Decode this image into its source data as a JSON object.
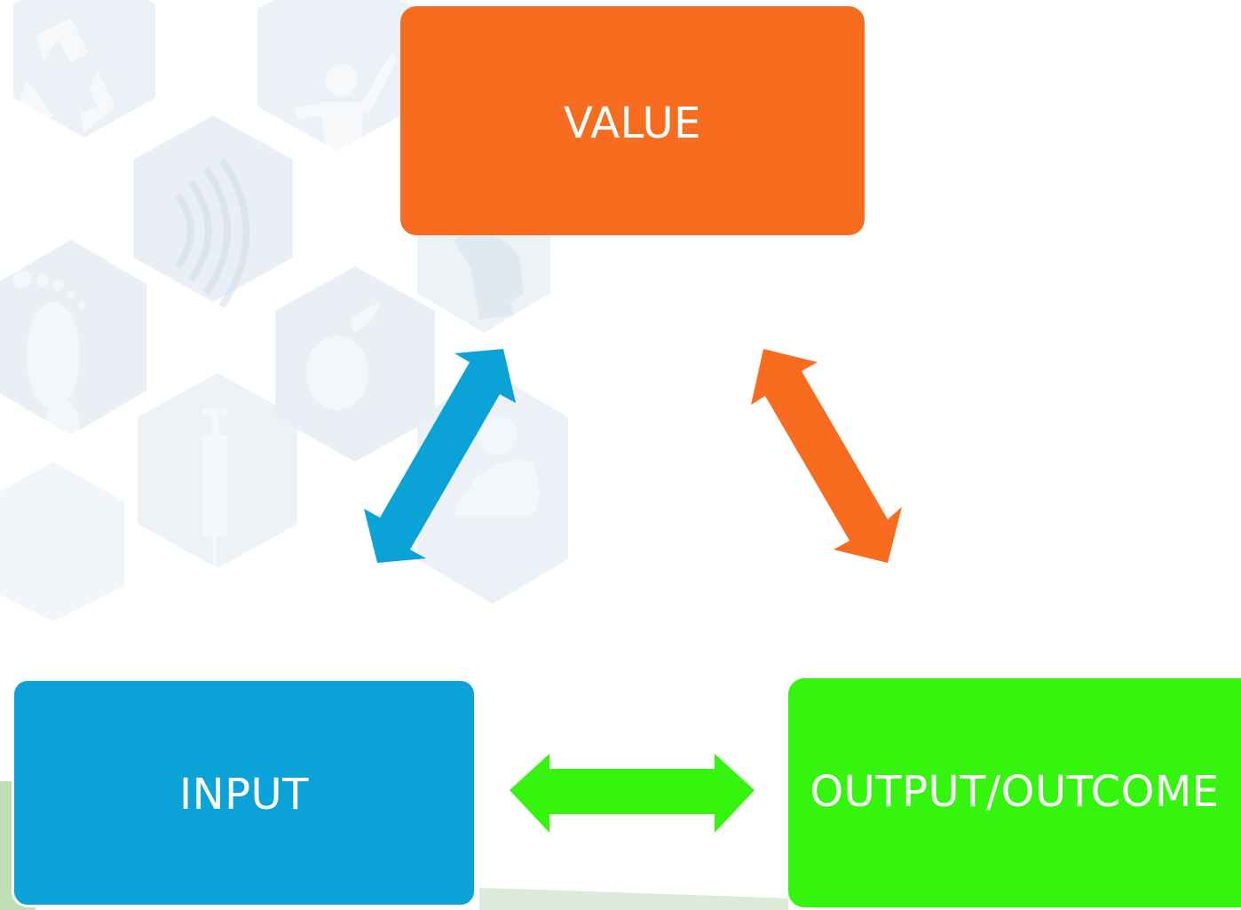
{
  "nodes": {
    "value": {
      "label": "VALUE",
      "color": "#f76c1e"
    },
    "input": {
      "label": "INPUT",
      "color": "#0ba2d8"
    },
    "output": {
      "label": "OUTPUT/OUTCOME",
      "color": "#35f40e"
    }
  },
  "edges": [
    {
      "from": "input",
      "to": "value",
      "type": "double-arrow",
      "color": "#0ba2d8"
    },
    {
      "from": "value",
      "to": "output",
      "type": "double-arrow",
      "color": "#f76c1e"
    },
    {
      "from": "input",
      "to": "output",
      "type": "double-arrow",
      "color": "#35f40e"
    }
  ],
  "background": {
    "motif": "faded-health-icon-hexagons",
    "icons": [
      "recycle-icon",
      "person-raising-hand-icon",
      "sound-waves-icon",
      "footprint-icon",
      "head-profile-icon",
      "apple-icon",
      "syringe-icon",
      "patient-icon"
    ],
    "color": "#e3eaf2"
  }
}
